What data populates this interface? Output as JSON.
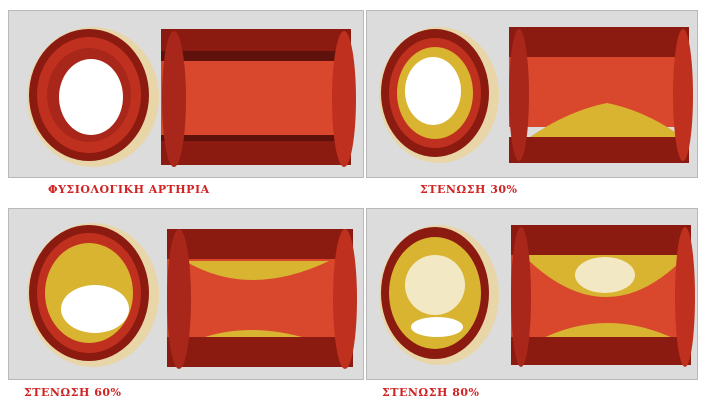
{
  "panels": [
    {
      "id": "normal",
      "caption": "ΦΥΣΙΟΛΟΓΙΚΗ ΑΡΤΗΡΙΑ",
      "stenosis_percent": 0
    },
    {
      "id": "s30",
      "caption": "ΣΤΕΝΩΣΗ 30%",
      "stenosis_percent": 30
    },
    {
      "id": "s60",
      "caption": "ΣΤΕΝΩΣΗ 60%",
      "stenosis_percent": 60
    },
    {
      "id": "s80",
      "caption": "ΣΤΕΝΩΣΗ 80%",
      "stenosis_percent": 80
    }
  ],
  "colors": {
    "caption": "#d22222",
    "panel_bg": "#dcdcdc",
    "wall_outer": "#8b1a10",
    "wall_mid": "#c0301e",
    "lumen_red": "#d9482c",
    "plaque": "#d8b431",
    "adventitia": "#e8d6a8"
  }
}
